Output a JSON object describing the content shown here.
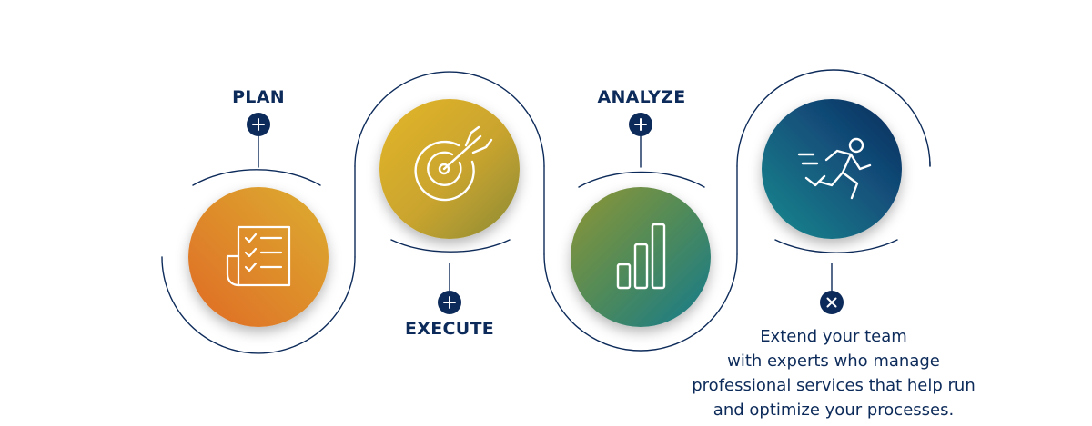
{
  "steps": [
    {
      "label": "PLAN",
      "icon": "checklist-icon"
    },
    {
      "label": "EXECUTE",
      "icon": "target-arrow-icon"
    },
    {
      "label": "ANALYZE",
      "icon": "bar-chart-icon"
    },
    {
      "label": "",
      "icon": "running-person-icon"
    }
  ],
  "description": {
    "lines": [
      "Extend your team",
      "with experts who manage",
      "professional services that help run",
      "and optimize your processes."
    ]
  },
  "colors": {
    "navy": "#0d2b5a",
    "orange": "#e07a22",
    "gold": "#d3ad2b",
    "olive": "#8a8f3c",
    "teal": "#1f7f86",
    "deep_teal": "#12597a",
    "dark_blue": "#0f3c6e"
  }
}
